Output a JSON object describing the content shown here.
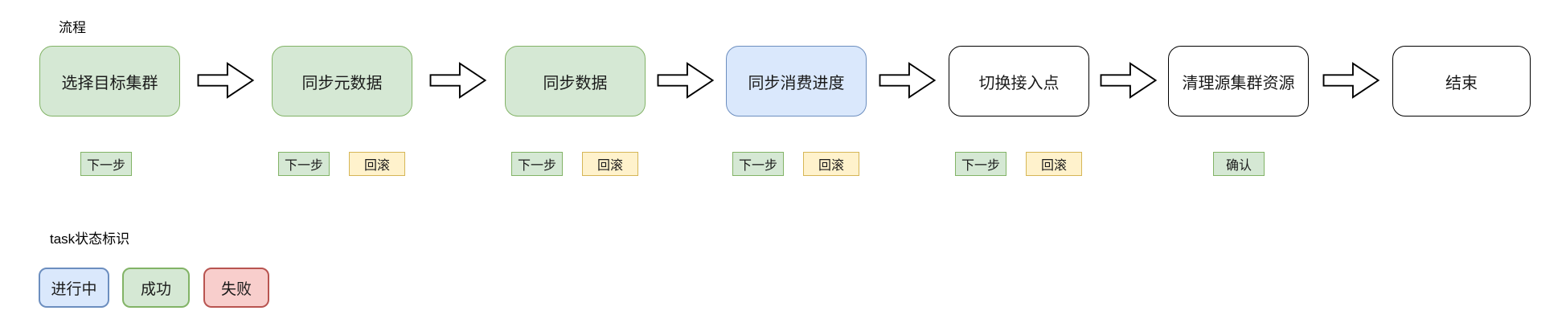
{
  "flow": {
    "title": "流程",
    "steps": [
      {
        "label": "选择目标集群",
        "status": "success",
        "buttons": [
          {
            "label": "下一步",
            "type": "next"
          }
        ]
      },
      {
        "label": "同步元数据",
        "status": "success",
        "buttons": [
          {
            "label": "下一步",
            "type": "next"
          },
          {
            "label": "回滚",
            "type": "rollback"
          }
        ]
      },
      {
        "label": "同步数据",
        "status": "success",
        "buttons": [
          {
            "label": "下一步",
            "type": "next"
          },
          {
            "label": "回滚",
            "type": "rollback"
          }
        ]
      },
      {
        "label": "同步消费进度",
        "status": "in-progress",
        "buttons": [
          {
            "label": "下一步",
            "type": "next"
          },
          {
            "label": "回滚",
            "type": "rollback"
          }
        ]
      },
      {
        "label": "切换接入点",
        "status": "pending",
        "buttons": [
          {
            "label": "下一步",
            "type": "next"
          },
          {
            "label": "回滚",
            "type": "rollback"
          }
        ]
      },
      {
        "label": "清理源集群资源",
        "status": "pending",
        "buttons": [
          {
            "label": "确认",
            "type": "confirm"
          }
        ]
      },
      {
        "label": "结束",
        "status": "pending",
        "buttons": []
      }
    ],
    "connector_icon": "block-arrow-right"
  },
  "legend": {
    "title": "task状态标识",
    "items": [
      {
        "label": "进行中",
        "status": "in-progress"
      },
      {
        "label": "成功",
        "status": "success"
      },
      {
        "label": "失败",
        "status": "failed"
      }
    ]
  },
  "colors": {
    "success_fill": "#d5e8d4",
    "success_stroke": "#82b366",
    "in_progress_fill": "#dae8fc",
    "in_progress_stroke": "#6c8ebf",
    "failed_fill": "#f8cecc",
    "failed_stroke": "#b85450",
    "pending_fill": "#ffffff",
    "pending_stroke": "#000000",
    "rollback_fill": "#fff2cc",
    "rollback_stroke": "#d6b656"
  }
}
